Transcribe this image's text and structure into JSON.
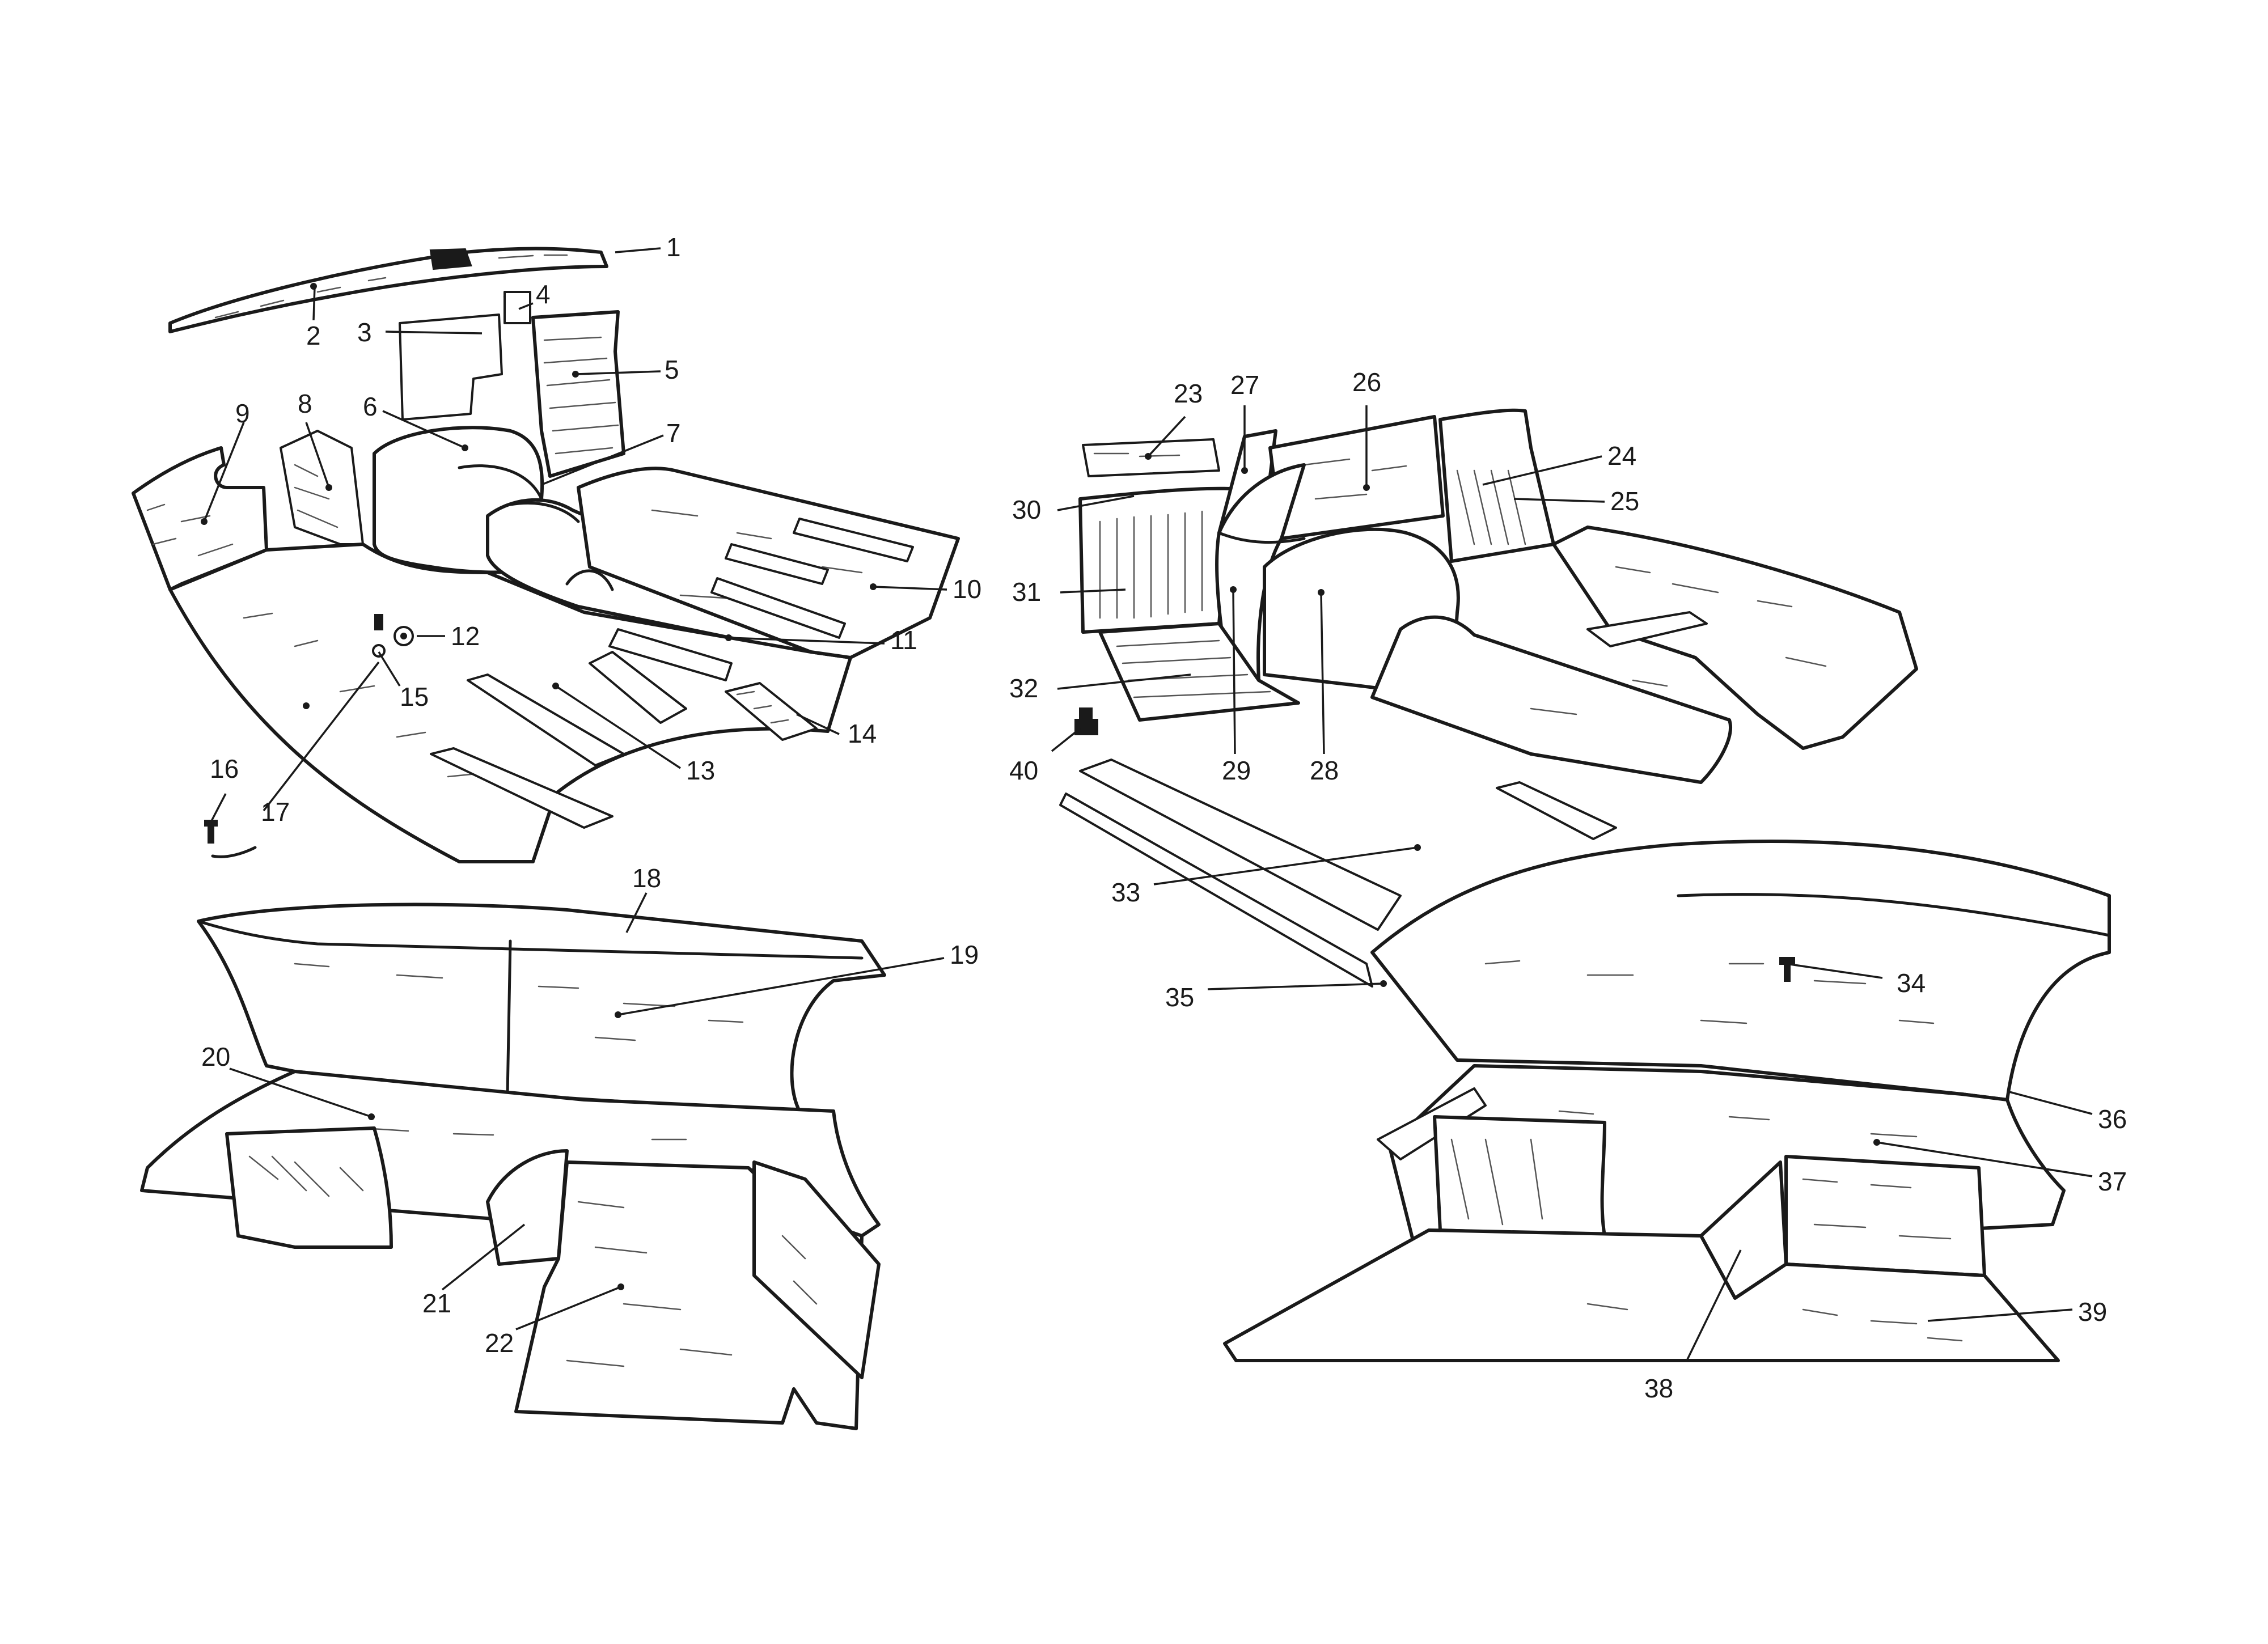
{
  "colors": {
    "line": "#1a1a1a",
    "background": "#ffffff"
  },
  "callouts": [
    "1",
    "2",
    "3",
    "4",
    "5",
    "6",
    "7",
    "8",
    "9",
    "10",
    "11",
    "12",
    "13",
    "14",
    "15",
    "16",
    "17",
    "18",
    "19",
    "20",
    "21",
    "22",
    "23",
    "24",
    "25",
    "26",
    "27",
    "28",
    "29",
    "30",
    "31",
    "32",
    "33",
    "34",
    "35",
    "36",
    "37",
    "38",
    "39",
    "40"
  ]
}
